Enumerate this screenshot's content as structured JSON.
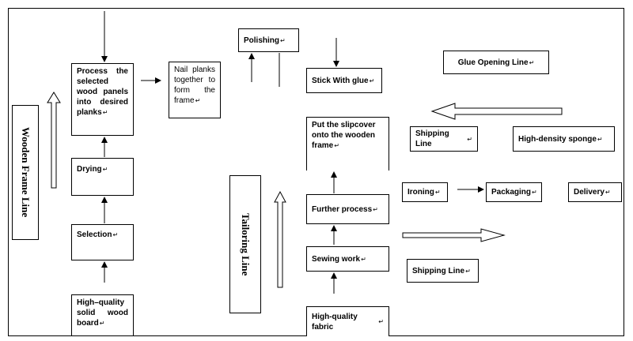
{
  "return_mark": "↵",
  "lines": {
    "wooden_frame": "Wooden Frame Line",
    "tailoring": "Tailoring Line"
  },
  "wood": {
    "process": "Process the selected wood panels into desired planks",
    "drying": "Drying",
    "selection": "Selection",
    "board": "High–quality solid wood board",
    "nail": "Nail planks together to form the frame"
  },
  "finish": {
    "polishing": "Polishing",
    "stick": "Stick With glue"
  },
  "tailoring": {
    "slipcover": "Put the slipcover onto the wooden frame",
    "further": "Further process",
    "sewing": "Sewing work",
    "fabric": "High-quality fabric"
  },
  "right": {
    "glue_opening": "Glue Opening Line",
    "shipping_top": "Shipping Line",
    "sponge": "High-density sponge",
    "ironing": "Ironing",
    "packaging": "Packaging",
    "delivery": "Delivery",
    "shipping_bottom": "Shipping Line"
  }
}
